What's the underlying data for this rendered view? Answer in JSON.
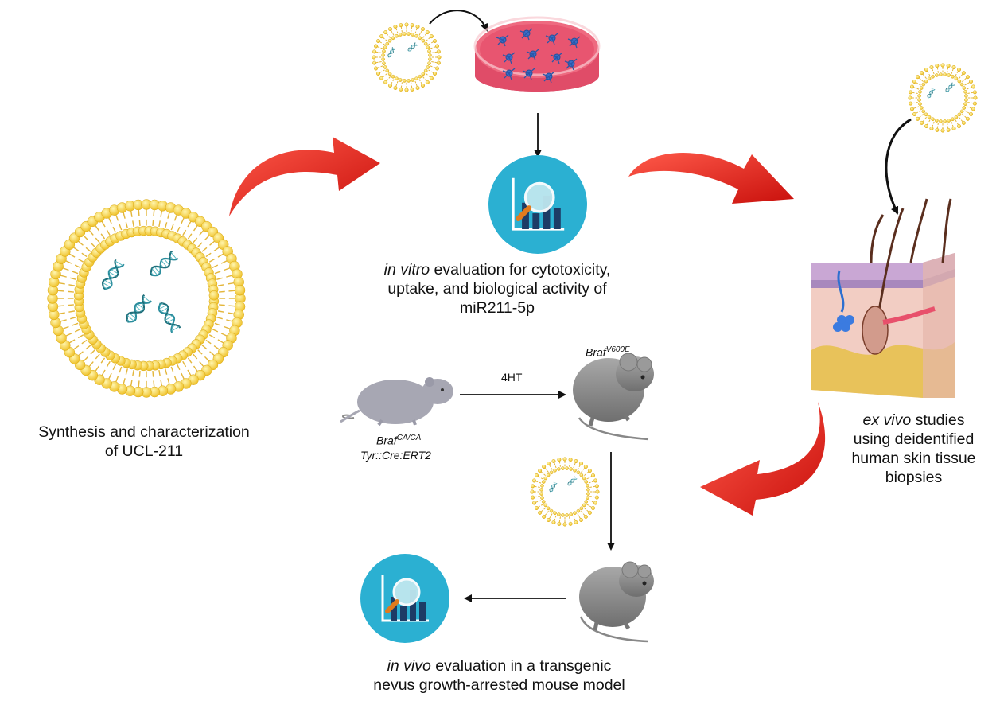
{
  "labels": {
    "synthesis_line1": "Synthesis and characterization",
    "synthesis_line2": "of UCL-211",
    "invitro_em": "in vitro",
    "invitro_line1_rest": " evaluation for cytotoxicity,",
    "invitro_line2": "uptake, and biological activity of",
    "invitro_line3": "miR211-5p",
    "exvivo_em": "ex vivo",
    "exvivo_line1_rest": " studies",
    "exvivo_line2": "using deidentified",
    "exvivo_line3": "human skin tissue",
    "exvivo_line4": "biopsies",
    "invivo_em": "in vivo",
    "invivo_line1_rest": " evaluation in a transgenic",
    "invivo_line2": "nevus growth-arrested mouse model",
    "braf_v600e_base": "Braf",
    "braf_v600e_sup": "V600E",
    "braf_caca_base": "Braf",
    "braf_caca_sup": "CA/CA",
    "tyr_cre": "Tyr::Cre:ERT2",
    "treatment": "4HT"
  },
  "colors": {
    "cycle_arrow": "#e8211b",
    "liposome_head": "#f5cf3a",
    "liposome_tail": "#e3b63b",
    "rna": "#2a8c9c",
    "analysis_icon_bg": "#2bb0d2",
    "dish_media": "#e8506b",
    "mouse_gray": "#8d8d8d",
    "skin_top": "#c9a7d4",
    "skin_dermis": "#f2cdc3",
    "skin_fat": "#e8c25a"
  },
  "icons": [
    "liposome-icon",
    "petri-dish-icon",
    "analysis-chart-icon",
    "skin-section-icon",
    "mouse-icon",
    "rna-strand-icon"
  ]
}
